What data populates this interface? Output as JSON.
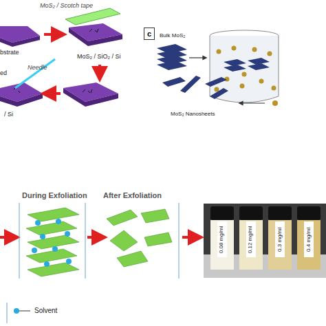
{
  "diagram": {
    "nodes": [
      {
        "text": [
          "c"
        ]
      }
    ],
    "labels": [
      "MoS₂ / Scotch tape",
      "bstrate",
      "MoS₂ / SiO₂ / Si",
      "Needle",
      "ed",
      "/ Si",
      "Bulk MoS₂",
      "MoS₂ Nanosheets",
      "During Exfoliation",
      "After Exfoliation",
      "0.08 mg/ml",
      "0.12 mg/ml",
      "0.3 mg/ml",
      "0.4 mg/ml"
    ],
    "legend": [
      {
        "text": "Solvent",
        "color": "#2aa9e0"
      }
    ]
  }
}
